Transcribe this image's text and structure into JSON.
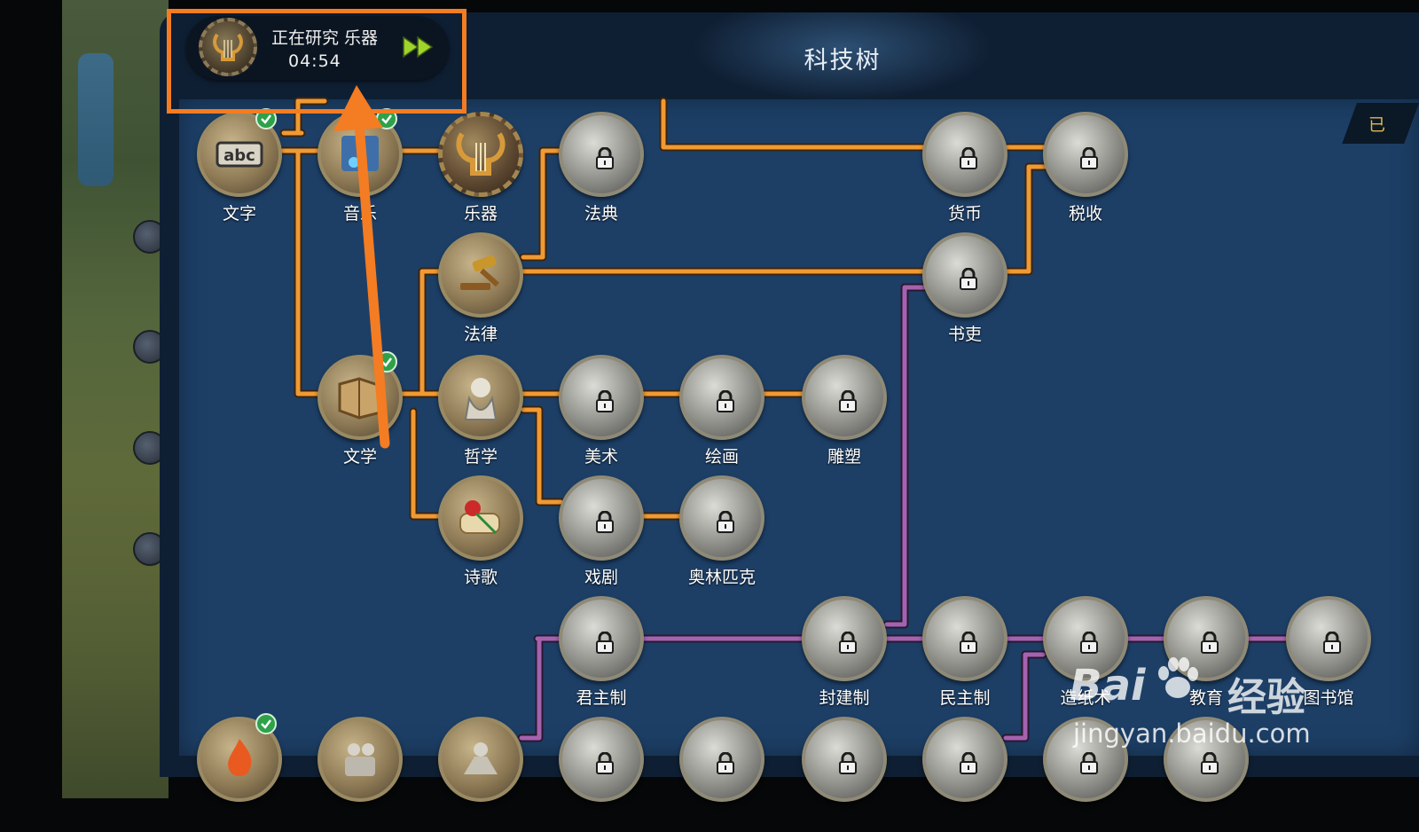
{
  "header": {
    "title": "科技树",
    "tab_corner_text": "已"
  },
  "research": {
    "label": "正在研究 乐器",
    "timer": "04:54",
    "icon": "lyre-icon",
    "action_icon": "fast-forward-icon"
  },
  "colors": {
    "highlight": "#f47c22",
    "orange_link": "#f09a34",
    "purple_link": "#a463b0",
    "panel_bg": "#1d3f66",
    "done_check": "#2ea14a"
  },
  "techs": [
    {
      "id": "writing",
      "label": "文字",
      "state": "completed",
      "icon": "abc-icon"
    },
    {
      "id": "music",
      "label": "音乐",
      "state": "completed",
      "icon": "music-note-icon"
    },
    {
      "id": "instruments",
      "label": "乐器",
      "state": "researching",
      "icon": "lyre-icon"
    },
    {
      "id": "code",
      "label": "法典",
      "state": "locked",
      "icon": "law-book-icon"
    },
    {
      "id": "currency",
      "label": "货币",
      "state": "locked",
      "icon": "coins-icon"
    },
    {
      "id": "taxation",
      "label": "税收",
      "state": "locked",
      "icon": "coin-pile-icon"
    },
    {
      "id": "law",
      "label": "法律",
      "state": "available",
      "icon": "gavel-icon"
    },
    {
      "id": "scribe",
      "label": "书吏",
      "state": "locked",
      "icon": "scroll-icon"
    },
    {
      "id": "literature",
      "label": "文学",
      "state": "completed",
      "icon": "book-icon"
    },
    {
      "id": "philosophy",
      "label": "哲学",
      "state": "available",
      "icon": "philosopher-icon"
    },
    {
      "id": "fine_arts",
      "label": "美术",
      "state": "locked",
      "icon": "palette-icon"
    },
    {
      "id": "painting",
      "label": "绘画",
      "state": "locked",
      "icon": "picture-frame-icon"
    },
    {
      "id": "sculpture",
      "label": "雕塑",
      "state": "locked",
      "icon": "bust-icon"
    },
    {
      "id": "poetry",
      "label": "诗歌",
      "state": "available",
      "icon": "rose-scroll-icon"
    },
    {
      "id": "drama",
      "label": "戏剧",
      "state": "locked",
      "icon": "mask-icon"
    },
    {
      "id": "olympics",
      "label": "奥林匹克",
      "state": "locked",
      "icon": "torch-icon"
    },
    {
      "id": "monarchy",
      "label": "君主制",
      "state": "locked",
      "icon": "crown-icon"
    },
    {
      "id": "feudalism",
      "label": "封建制",
      "state": "locked",
      "icon": "lion-statue-icon"
    },
    {
      "id": "democracy",
      "label": "民主制",
      "state": "locked",
      "icon": "ballot-box-icon"
    },
    {
      "id": "papermaking",
      "label": "造纸术",
      "state": "locked",
      "icon": "paper-frame-icon"
    },
    {
      "id": "education",
      "label": "教育",
      "state": "locked",
      "icon": "graduation-cap-icon"
    },
    {
      "id": "library",
      "label": "图书馆",
      "state": "locked",
      "icon": "bookshelf-icon"
    },
    {
      "id": "fire",
      "label": "",
      "state": "completed",
      "icon": "fire-icon"
    },
    {
      "id": "statue",
      "label": "",
      "state": "available",
      "icon": "statue-icon"
    },
    {
      "id": "religion",
      "label": "",
      "state": "available",
      "icon": "robed-figure-icon"
    },
    {
      "id": "person",
      "label": "",
      "state": "locked",
      "icon": "person-icon"
    },
    {
      "id": "tablet",
      "label": "",
      "state": "locked",
      "icon": "tablet-icon"
    },
    {
      "id": "target",
      "label": "",
      "state": "locked",
      "icon": "target-icon"
    },
    {
      "id": "gear",
      "label": "",
      "state": "locked",
      "icon": "gear-icon"
    },
    {
      "id": "unknown1",
      "label": "",
      "state": "locked",
      "icon": "unknown-icon"
    },
    {
      "id": "unknown2",
      "label": "",
      "state": "locked",
      "icon": "unknown-icon"
    }
  ],
  "watermark": {
    "brand": "Bai",
    "brand_cn": "经验",
    "url": "jingyan.baidu.com"
  }
}
